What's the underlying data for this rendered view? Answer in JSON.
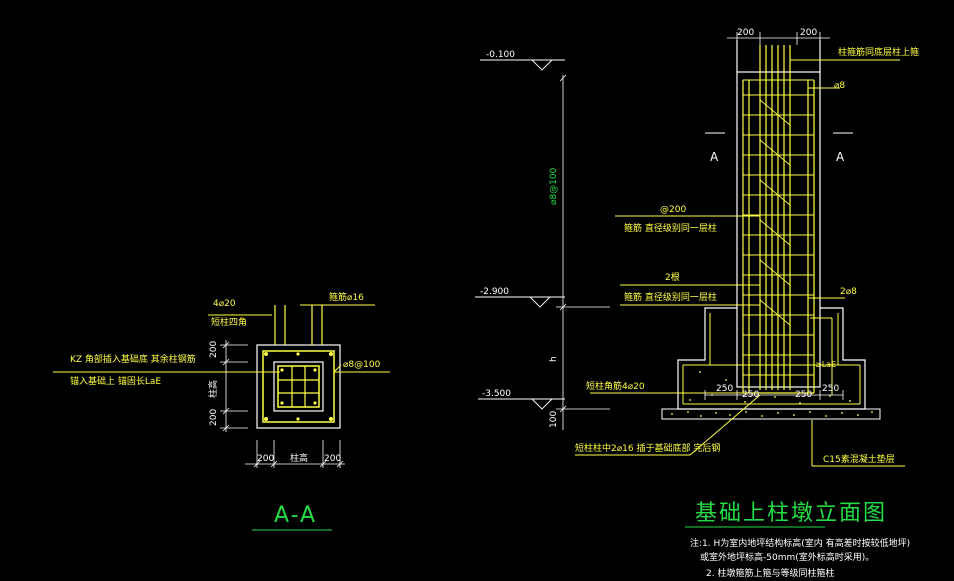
{
  "colors": {
    "background": "#000000",
    "concrete": "#ffffff",
    "rebar": "#ffff44",
    "leader": "#ffff44",
    "dim": "#22dd44",
    "title": "#22dd44",
    "hatch": "#ffff66"
  },
  "section": {
    "title": "A-A",
    "labels": {
      "bars_4": "4⌀20",
      "bars_4_note": "短柱四角",
      "stirrup_main": "箍筋⌀16",
      "kz_note_1": "KZ 角部插入基础底 其余柱钢筋",
      "kz_note_2": "锚入基础上 锚固长LaE",
      "stirrup_at": "⌀8@100"
    },
    "dims": {
      "top_200": "200",
      "bottom_200": "200",
      "left_200": "200",
      "right_200": "200",
      "col_h": "柱高",
      "col_w": "柱高"
    }
  },
  "elevation": {
    "title": "基础上柱墩立面图",
    "elev_labels": {
      "top": "-0.100",
      "mid": "-2.900",
      "bot": "-3.500"
    },
    "dims": {
      "top_left_200": "200",
      "top_right_200": "200",
      "stirrup_spacing": "⌀8@100",
      "h": "h",
      "bottom_100": "100",
      "b250_1": "250",
      "b250_2": "250",
      "b250_3": "250",
      "b250_4": "250"
    },
    "labels": {
      "top_right_note": "柱箍筋同底层柱上箍",
      "phi8": "⌀8",
      "sec_a_left": "A",
      "sec_a_right": "A",
      "at200": "@200",
      "at200_note": "箍筋 直径级别同一层柱",
      "two_bars": "2根",
      "two_bars_note": "箍筋 直径级别同一层柱",
      "two_phi8": "2⌀8",
      "short_col_bars": "短柱角筋4⌀20",
      "lae": "≥LaE",
      "bottom_bars": "短柱柱中2⌀16 插于基础底部 完后钢",
      "c15": "C15素混凝土垫层"
    }
  },
  "notes": {
    "line1": "注:1. H为室内地坪结构标高(室内 有高差时按较低地坪)",
    "line2": "或室外地坪标高-50mm(室外标高时采用)。",
    "line3": "2. 柱墩箍筋上箍与等级同柱箍柱"
  }
}
